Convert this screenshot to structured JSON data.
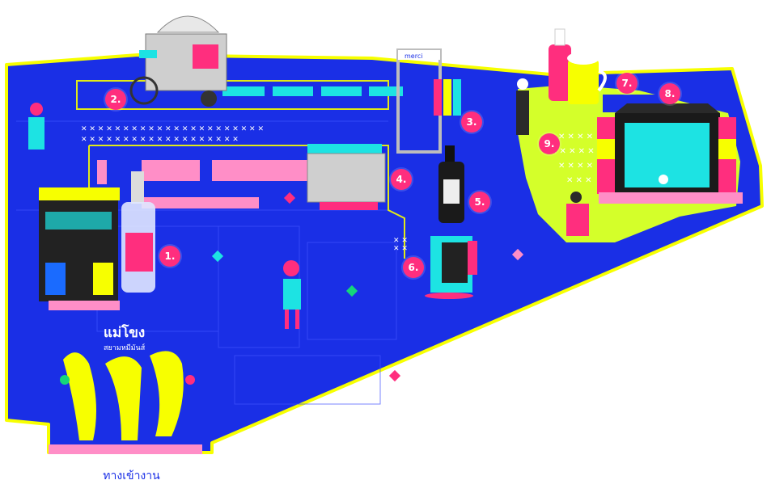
{
  "map": {
    "colors": {
      "background": "#ffffff",
      "ground": "#1a2fe6",
      "border": "#f7ff00",
      "zone": "#d4ff2a",
      "accent_pink": "#ff2e7e",
      "accent_cyan": "#1de3e3",
      "accent_green": "#15d67a"
    },
    "markers": [
      {
        "id": "1",
        "label": "1."
      },
      {
        "id": "2",
        "label": "2."
      },
      {
        "id": "3",
        "label": "3."
      },
      {
        "id": "4",
        "label": "4."
      },
      {
        "id": "5",
        "label": "5."
      },
      {
        "id": "6",
        "label": "6."
      },
      {
        "id": "7",
        "label": "7."
      },
      {
        "id": "8",
        "label": "8."
      },
      {
        "id": "9",
        "label": "9."
      }
    ],
    "sign": {
      "top_text": "แม่โขง",
      "sub_text": "สยามหมีมันส์"
    },
    "stall_labels": {
      "fridge_brand": "merci"
    },
    "entrance_label": "ทางเข้างาน"
  }
}
